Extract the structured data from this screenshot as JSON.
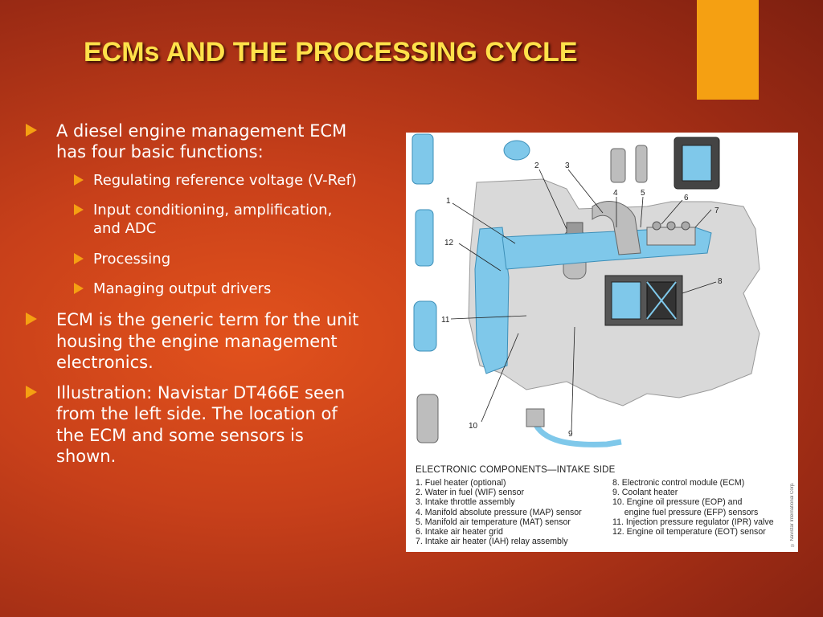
{
  "slide": {
    "title": "ECMs AND THE PROCESSING CYCLE",
    "bullets": [
      {
        "text": "A diesel engine management ECM has four basic functions:",
        "subitems": [
          "Regulating reference voltage (V-Ref)",
          "Input conditioning, amplification, and ADC",
          "Processing",
          "Managing output drivers"
        ]
      },
      {
        "text": "ECM is the generic term for the unit housing the engine management electronics."
      },
      {
        "text": "Illustration: Navistar DT466E seen from the left side. The location of the ECM and some sensors is shown."
      }
    ]
  },
  "figure": {
    "callouts": [
      "1",
      "2",
      "3",
      "4",
      "5",
      "6",
      "7",
      "8",
      "9",
      "10",
      "11",
      "12"
    ],
    "caption_title": "ELECTRONIC COMPONENTS—INTAKE SIDE",
    "legend_left": [
      "1. Fuel heater (optional)",
      "2. Water in fuel (WIF) sensor",
      "3. Intake throttle assembly",
      "4. Manifold absolute pressure (MAP) sensor",
      "5. Manifold air temperature (MAT) sensor",
      "6. Intake air heater grid",
      "7. Intake air heater (IAH) relay assembly"
    ],
    "legend_right": [
      "8. Electronic control module (ECM)",
      "9. Coolant heater",
      "10. Engine oil pressure (EOP) and",
      "     engine fuel pressure (EFP) sensors",
      "11. Injection pressure regulator (IPR) valve",
      "12. Engine oil temperature (EOT) sensor"
    ],
    "copyright": "© Navistar International Corp."
  },
  "colors": {
    "accent": "#f5a012",
    "title": "#ffe14a",
    "engine_gray": "#d9d9d9",
    "component_blue": "#7fc8ea"
  }
}
